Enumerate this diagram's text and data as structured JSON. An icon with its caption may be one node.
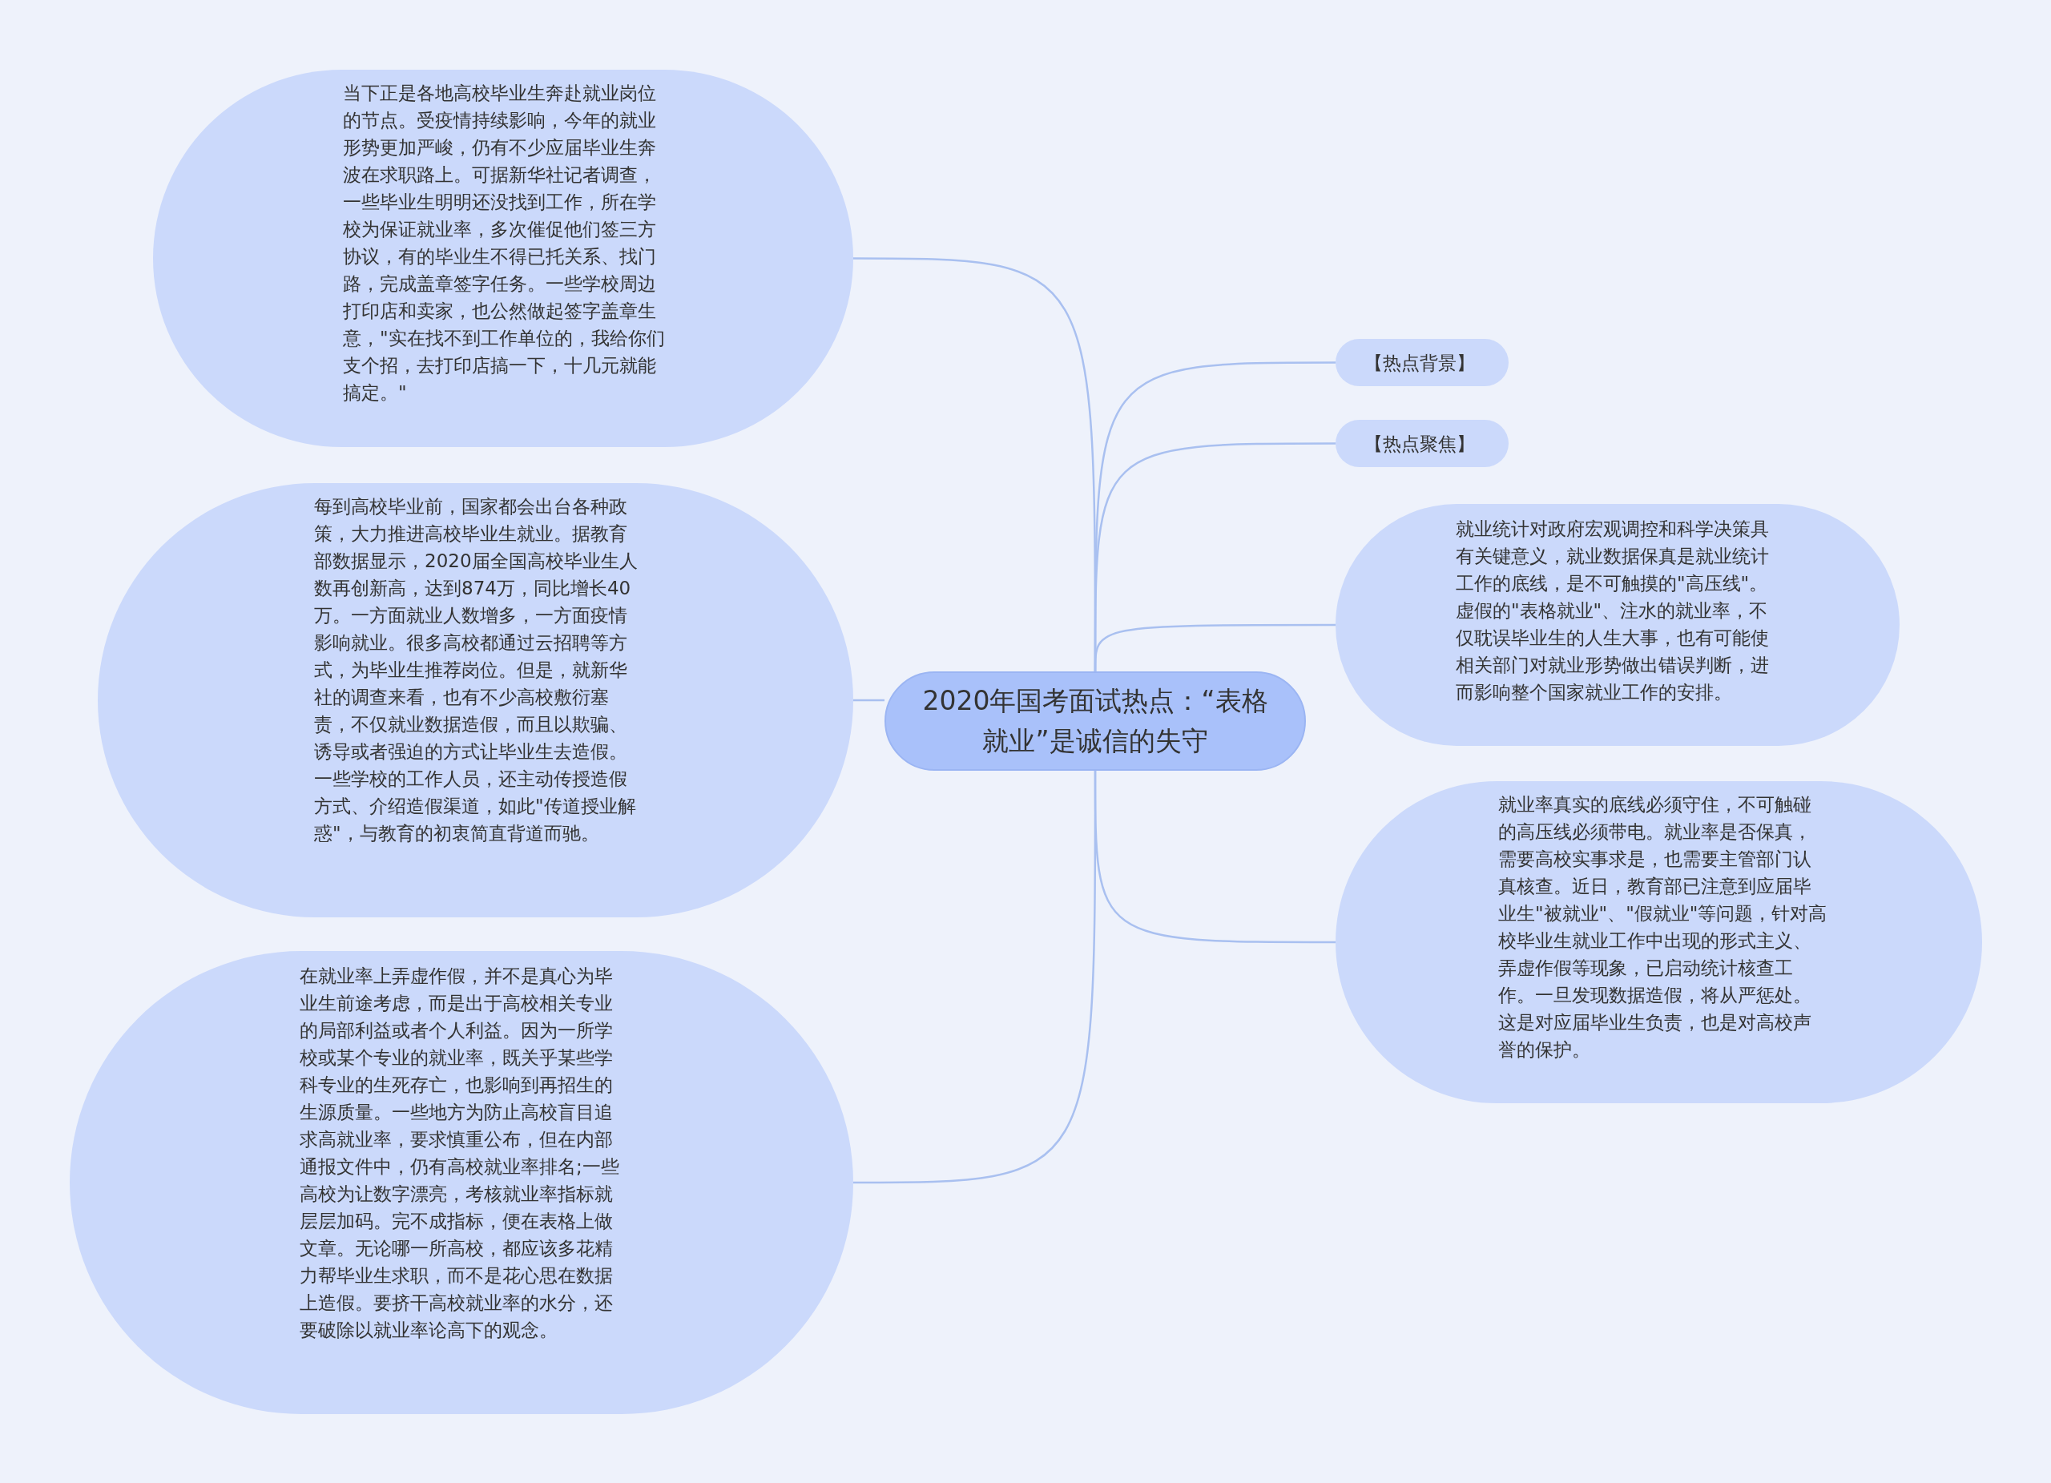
{
  "diagram": {
    "nodes": [
      {
        "text": [
          "2020年国考面试热点：“表格就业”是诚信的失守"
        ]
      },
      {
        "text": [
          "当下正是各地高校毕业生奔赴就业岗位的节点。受疫情持续影响，今年的就业形势更加严峻，仍有不少应届毕业生奔波在求职路上。可据新华社记者调查，一些毕业生明明还没找到工作，所在学校为保证就业率，多次催促他们签三方协议，有的毕业生不得已托关系、找门路，完成盖章签字任务。一些学校周边打印店和卖家，也公然做起签字盖章生意，\"实在找不到工作单位的，我给你们支个招，去打印店搞一下，十几元就能搞定。\""
        ]
      },
      {
        "text": [
          "每到高校毕业前，国家都会出台各种政策，大力推进高校毕业生就业。据教育部数据显示，2020届全国高校毕业生人数再创新高，达到874万，同比增长40万。一方面就业人数增多，一方面疫情影响就业。很多高校都通过云招聘等方式，为毕业生推荐岗位。但是，就新华社的调查来看，也有不少高校敷衍塞责，不仅就业数据造假，而且以欺骗、诱导或者强迫的方式让毕业生去造假。一些学校的工作人员，还主动传授造假方式、介绍造假渠道，如此\"传道授业解惑\"，与教育的初衷简直背道而驰。"
        ]
      },
      {
        "text": [
          "在就业率上弄虚作假，并不是真心为毕业生前途考虑，而是出于高校相关专业的局部利益或者个人利益。因为一所学校或某个专业的就业率，既关乎某些学科专业的生死存亡，也影响到再招生的生源质量。一些地方为防止高校盲目追求高就业率，要求慎重公布，但在内部通报文件中，仍有高校就业率排名;一些高校为让数字漂亮，考核就业率指标就层层加码。完不成指标，便在表格上做文章。无论哪一所高校，都应该多花精力帮毕业生求职，而不是花心思在数据上造假。要挤干高校就业率的水分，还要破除以就业率论高下的观念。"
        ]
      },
      {
        "text": [
          "【热点背景】"
        ]
      },
      {
        "text": [
          "【热点聚焦】"
        ]
      },
      {
        "text": [
          "就业统计对政府宏观调控和科学决策具有关键意义，就业数据保真是就业统计工作的底线，是不可触摸的\"高压线\"。虚假的\"表格就业\"、注水的就业率，不仅耽误毕业生的人生大事，也有可能使相关部门对就业形势做出错误判断，进而影响整个国家就业工作的安排。"
        ]
      },
      {
        "text": [
          "就业率真实的底线必须守住，不可触碰的高压线必须带电。就业率是否保真，需要高校实事求是，也需要主管部门认真核查。近日，教育部已注意到应届毕业生\"被就业\"、\"假就业\"等问题，针对高校毕业生就业工作中出现的形式主义、弄虚作假等现象，已启动统计核查工作。一旦发现数据造假，将从严惩处。这是对应届毕业生负责，也是对高校声誉的保护。"
        ]
      }
    ],
    "edges": [
      {
        "from": 0,
        "to": 1,
        "arrow": "none"
      },
      {
        "from": 0,
        "to": 2,
        "arrow": "none"
      },
      {
        "from": 0,
        "to": 3,
        "arrow": "none"
      },
      {
        "from": 0,
        "to": 4,
        "arrow": "none"
      },
      {
        "from": 0,
        "to": 5,
        "arrow": "none"
      },
      {
        "from": 0,
        "to": 6,
        "arrow": "none"
      },
      {
        "from": 0,
        "to": 7,
        "arrow": "none"
      }
    ]
  }
}
